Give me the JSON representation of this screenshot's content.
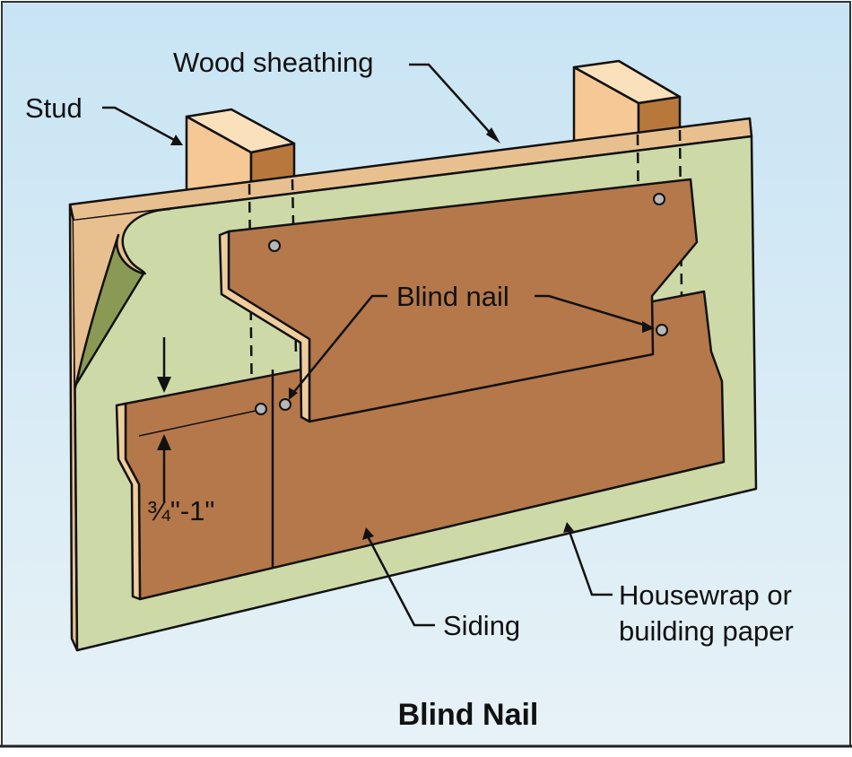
{
  "figure": {
    "title": "Blind Nail",
    "labels": {
      "wood_sheathing": "Wood sheathing",
      "stud": "Stud",
      "blind_nail": "Blind nail",
      "dimension": "¾\"-1\"",
      "siding": "Siding",
      "housewrap_line1": "Housewrap or",
      "housewrap_line2": "building paper"
    },
    "colors": {
      "background_sky": "#cfe6f4",
      "housewrap": "#ced9a8",
      "sheathing_edge": "#e8c090",
      "stud_front": "#f6c896",
      "stud_side": "#b8783c",
      "siding": "#b5784a",
      "siding_edge": "#f0cd9d",
      "peeled_corner": "#8a9a55",
      "nail_head": "#b7b7b7"
    }
  }
}
